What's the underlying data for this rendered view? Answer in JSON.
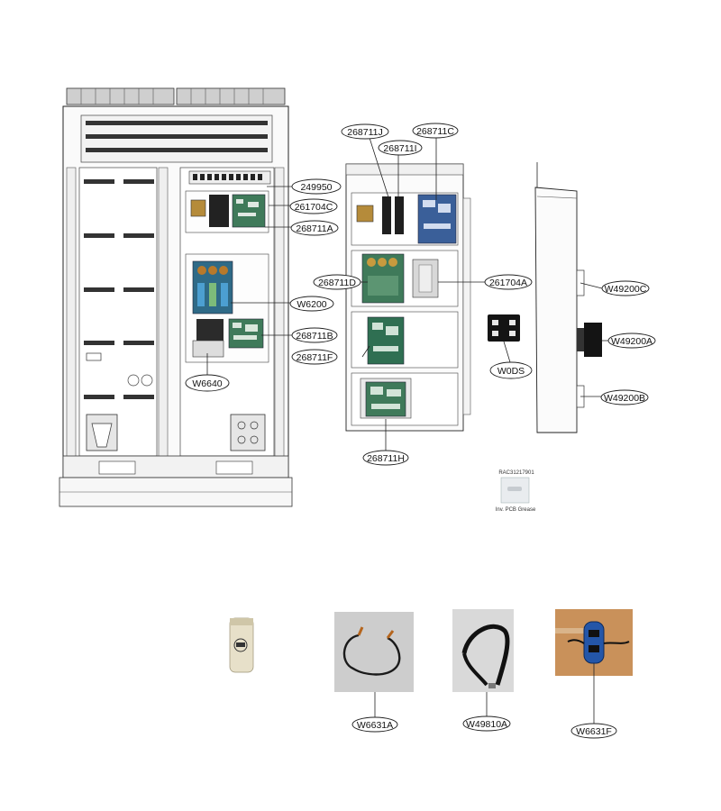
{
  "callouts": {
    "c249950": "249950",
    "c261704C": "261704C",
    "c268711A": "268711A",
    "c268711J": "268711J",
    "c268711I": "268711I",
    "c268711C": "268711C",
    "c268711D": "268711D",
    "c261704A": "261704A",
    "c6200": "W6200",
    "c268711B": "268711B",
    "c268711F": "268711F",
    "c6640": "W6640",
    "c0DS": "W0DS",
    "c268711H": "268711H",
    "c49200C": "W49200C",
    "c49200A": "W49200A",
    "c49200B": "W49200B",
    "c6631A": "W6631A",
    "c49810A": "W49810A",
    "c6631F": "W6631F"
  },
  "grease": {
    "part_number": "RAC31217901",
    "caption": "Inv. PCB Grease"
  },
  "colors": {
    "line": "#222222",
    "board_green": "#3f7a5a",
    "board_blue": "#3a5f99",
    "photo_bg_tan": "#c9915a"
  }
}
